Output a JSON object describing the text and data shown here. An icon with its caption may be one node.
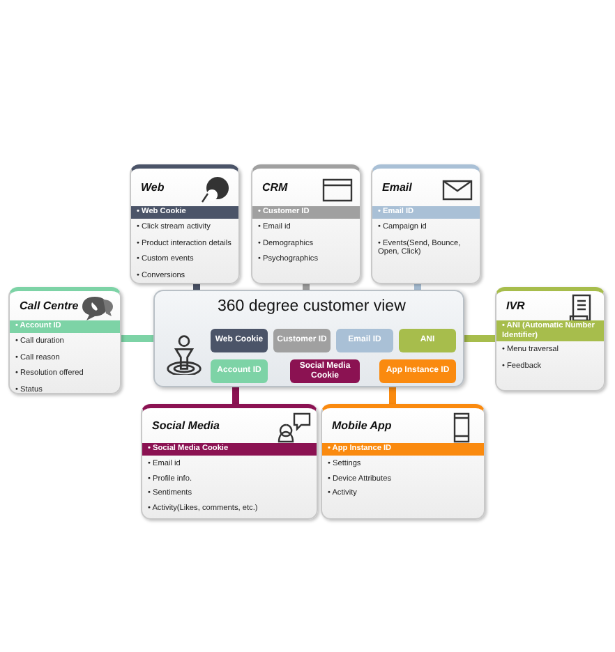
{
  "diagram": {
    "nodes": [
      {
        "text": [
          "Web",
          "• Web Cookie",
          "• Click stream activity",
          "• Product interaction details",
          "• Custom events",
          "• Conversions"
        ]
      },
      {
        "text": [
          "CRM",
          "• Customer ID",
          "• Email id",
          "• Demographics",
          "• Psychographics"
        ]
      },
      {
        "text": [
          "Email",
          "• Email ID",
          "• Campaign id",
          "• Events(Send, Bounce, Open, Click)"
        ]
      },
      {
        "text": [
          "Call Centre",
          "• Account ID",
          "• Call duration",
          "• Call reason",
          "• Resolution offered",
          "• Status"
        ]
      },
      {
        "text": [
          "360 degree customer view"
        ]
      },
      {
        "text": [
          "Web Cookie"
        ],
        "in": 4
      },
      {
        "text": [
          "Customer ID"
        ],
        "in": 4
      },
      {
        "text": [
          "Email ID"
        ],
        "in": 4
      },
      {
        "text": [
          "ANI"
        ],
        "in": 4
      },
      {
        "text": [
          "Account ID"
        ],
        "in": 4
      },
      {
        "text": [
          "Social Media Cookie"
        ],
        "in": 4
      },
      {
        "text": [
          "App Instance ID"
        ],
        "in": 4
      },
      {
        "text": [
          "IVR",
          "• ANI (Automatic Number Identifier)",
          "• Menu traversal",
          "• Feedback"
        ]
      },
      {
        "text": [
          "Social Media",
          "• Social Media Cookie",
          "• Email id",
          "• Profile info.",
          "• Sentiments",
          "• Activity(Likes, comments, etc.)"
        ]
      },
      {
        "text": [
          "Mobile App",
          "• App Instance ID",
          "• Settings",
          "• Device Attributes",
          "• Activity"
        ]
      }
    ],
    "edges": [
      {
        "from": 0,
        "to": 4,
        "arrow": "none",
        "color": "#4b5468"
      },
      {
        "from": 1,
        "to": 4,
        "arrow": "none",
        "color": "#a0a0a0"
      },
      {
        "from": 2,
        "to": 4,
        "arrow": "none",
        "color": "#a9c0d6"
      },
      {
        "from": 3,
        "to": 4,
        "arrow": "none",
        "color": "#7dd3a6"
      },
      {
        "from": 12,
        "to": 4,
        "arrow": "none",
        "color": "#a7bd4c"
      },
      {
        "from": 4,
        "to": 13,
        "arrow": "none",
        "color": "#8b1252"
      },
      {
        "from": 4,
        "to": 14,
        "arrow": "none",
        "color": "#fa8a0f"
      }
    ]
  }
}
